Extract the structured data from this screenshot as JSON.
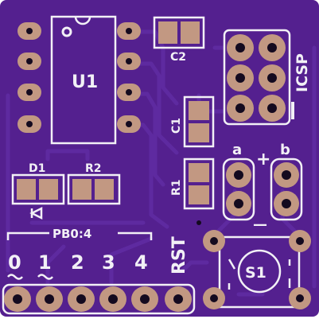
{
  "board": {
    "colors": {
      "substrate": "#54208f",
      "trace": "#5e2aa0",
      "copper": "#c29882",
      "silkscreen": "#f2f0f6",
      "hole": "#140a1f",
      "page": "#ffffff"
    }
  },
  "labels": {
    "u1": "U1",
    "c2": "C2",
    "c1": "C1",
    "r1": "R1",
    "d1": "D1",
    "r2": "R2",
    "icsp": "ICSP",
    "pin_a": "a",
    "pin_b": "b",
    "plus": "+",
    "minus": "—",
    "pb": "PB0:4",
    "rst": "RST",
    "s1": "S1",
    "pin0": "0",
    "pin1": "1",
    "pin2": "2",
    "pin3": "3",
    "pin4": "4"
  },
  "icons": {
    "diode_symbol": "diode-icon",
    "tilde_mark": "tilde-icon"
  }
}
